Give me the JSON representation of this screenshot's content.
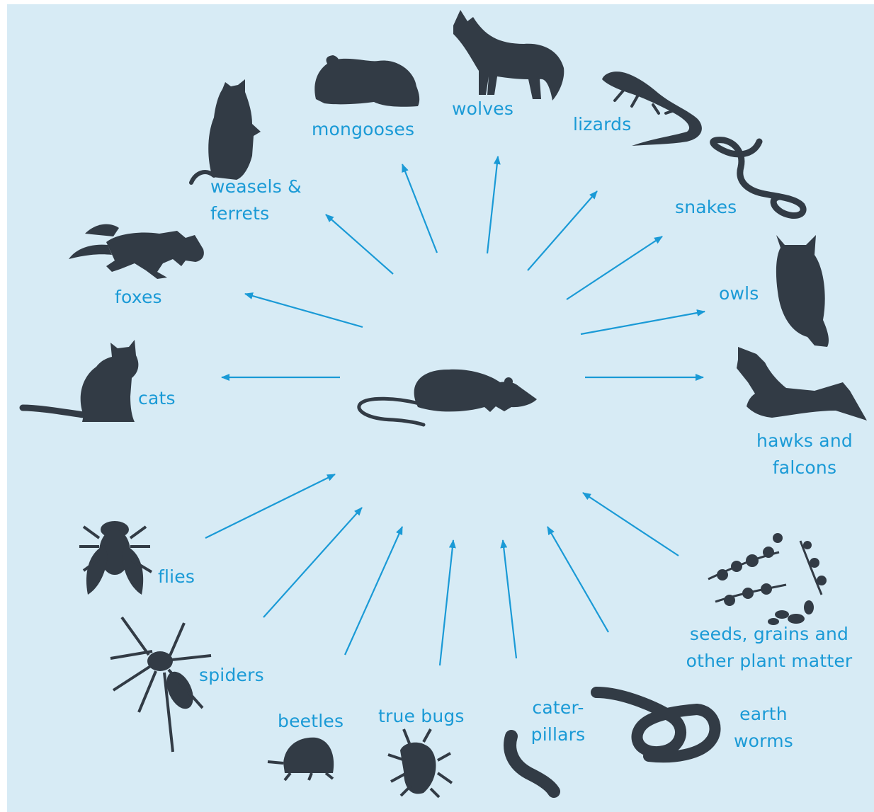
{
  "colors": {
    "background": "#d7ebf5",
    "label": "#1a9ad6",
    "arrow": "#1a9ad6",
    "silhouette": "#323b45"
  },
  "center": {
    "icon": "rat-icon"
  },
  "predators": [
    {
      "id": "cats",
      "label": "cats",
      "icon": "cat-icon"
    },
    {
      "id": "foxes",
      "label": "foxes",
      "icon": "fox-icon"
    },
    {
      "id": "weasels",
      "label": "weasels &\nferrets",
      "icon": "weasel-icon"
    },
    {
      "id": "mongooses",
      "label": "mongooses",
      "icon": "mongoose-icon"
    },
    {
      "id": "wolves",
      "label": "wolves",
      "icon": "wolf-icon"
    },
    {
      "id": "lizards",
      "label": "lizards",
      "icon": "lizard-icon"
    },
    {
      "id": "snakes",
      "label": "snakes",
      "icon": "snake-icon"
    },
    {
      "id": "owls",
      "label": "owls",
      "icon": "owl-icon"
    },
    {
      "id": "hawks",
      "label": "hawks and\nfalcons",
      "icon": "hawk-icon"
    }
  ],
  "prey": [
    {
      "id": "flies",
      "label": "flies",
      "icon": "fly-icon"
    },
    {
      "id": "spiders",
      "label": "spiders",
      "icon": "spider-icon"
    },
    {
      "id": "beetles",
      "label": "beetles",
      "icon": "beetle-icon"
    },
    {
      "id": "truebugs",
      "label": "true bugs",
      "icon": "bug-icon"
    },
    {
      "id": "caterpillars",
      "label": "cater-\npillars",
      "icon": "caterpillar-icon"
    },
    {
      "id": "earthworms",
      "label": "earth\nworms",
      "icon": "earthworm-icon"
    },
    {
      "id": "seeds",
      "label": "seeds, grains and\nother plant matter",
      "icon": "plant-icon"
    }
  ]
}
